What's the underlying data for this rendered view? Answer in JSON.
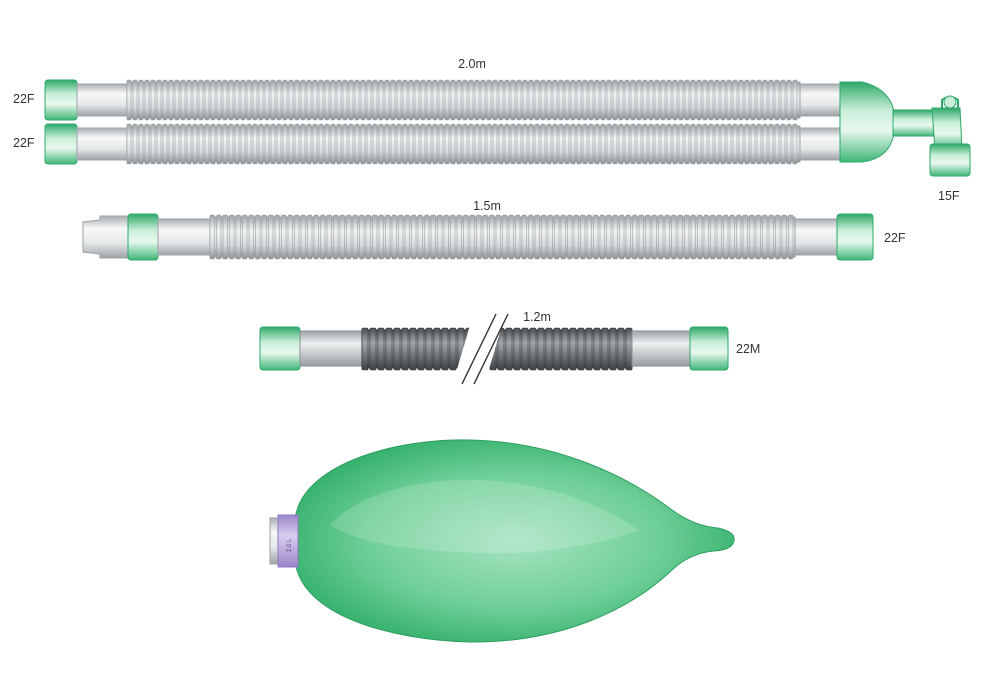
{
  "colors": {
    "green_dark": "#2ea86a",
    "green_mid": "#7fd4a2",
    "green_light": "#c8eed8",
    "clear_dark": "#a9aeb2",
    "clear_mid": "#dfe2e4",
    "clear_light": "#f7f8f8",
    "grey_dark": "#55595c",
    "grey_mid": "#8a8f93",
    "bag_dark": "#3dba74",
    "bag_light": "#a6e3c1",
    "bag_collar": "#b9a9dc"
  },
  "circuit_2m": {
    "length_label": "2.0m",
    "port_top": "22F",
    "port_bottom": "22F",
    "elbow_port": "15F"
  },
  "limb_1_5m": {
    "length_label": "1.5m",
    "end_port": "22F"
  },
  "limb_1_2m": {
    "length_label": "1.2m",
    "end_port": "22M"
  },
  "reservoir_bag": {
    "collar_text": "2.0 L"
  }
}
